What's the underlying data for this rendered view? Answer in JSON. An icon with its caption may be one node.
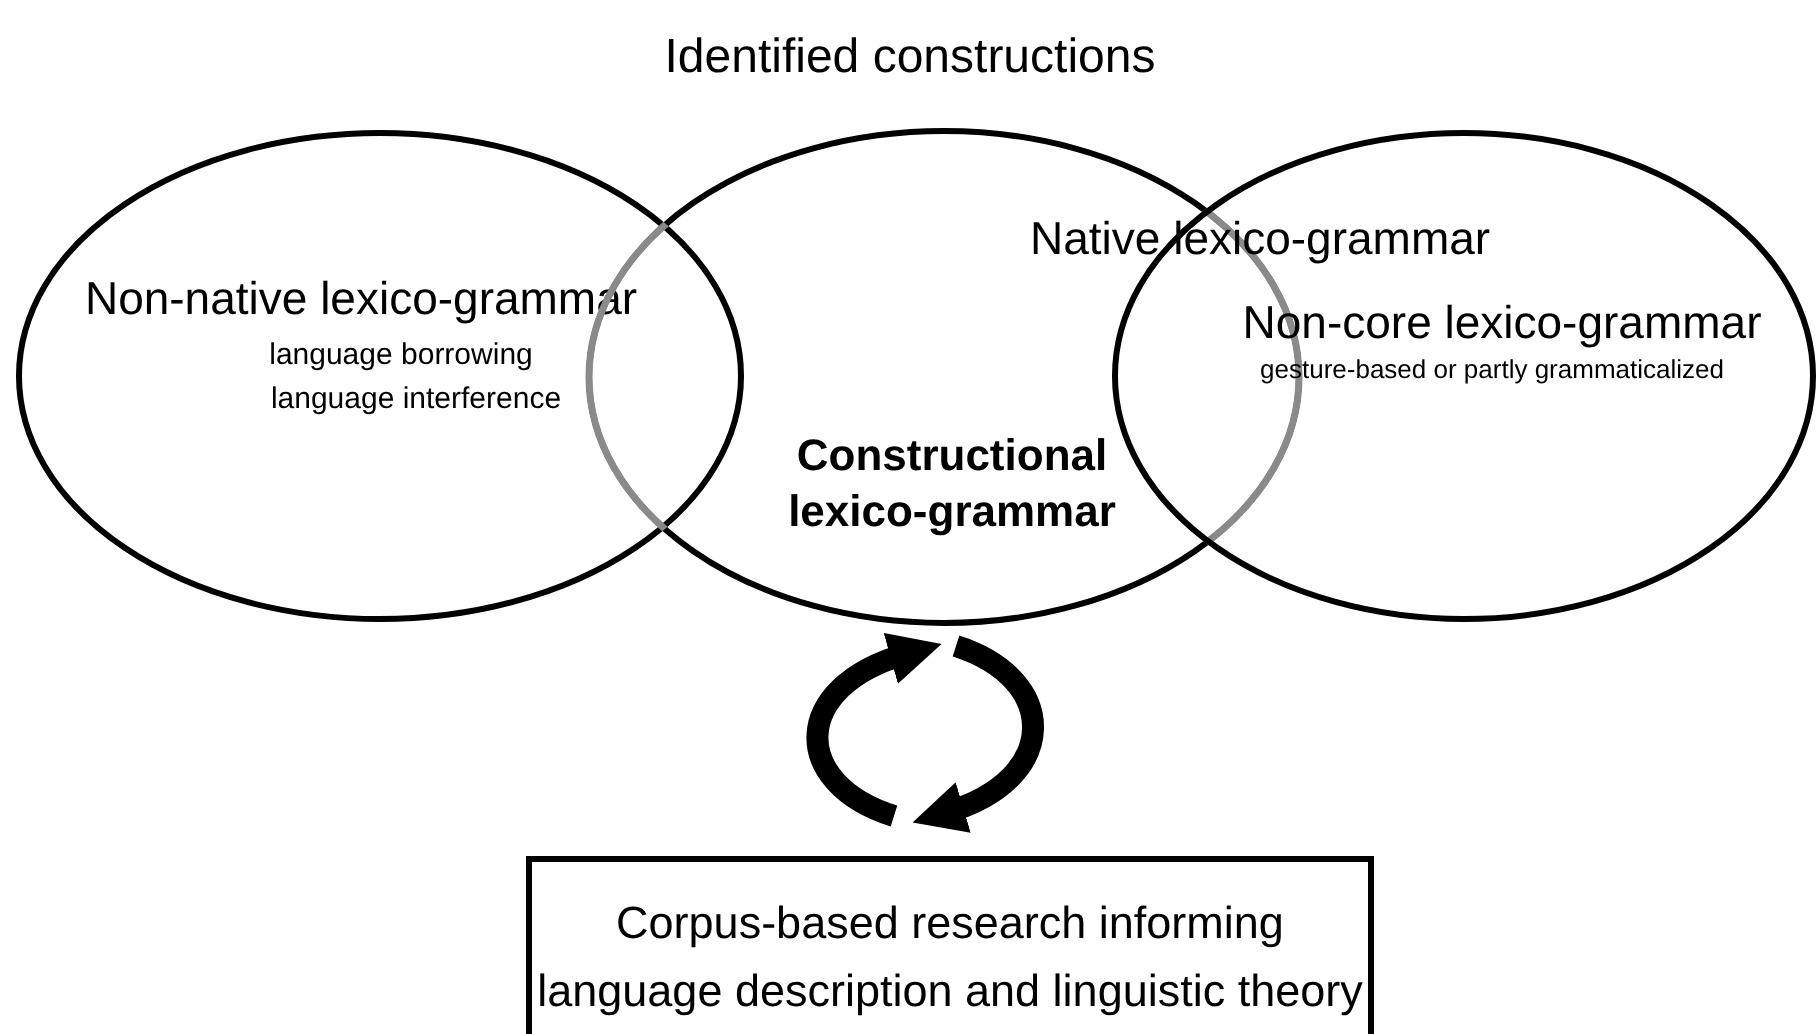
{
  "diagram": {
    "title": "Identified constructions",
    "nodes": [
      {
        "text": [
          "Non-native lexico-grammar",
          "language borrowing",
          "language interference"
        ]
      },
      {
        "text": [
          "Constructional lexico-grammar"
        ]
      },
      {
        "text": [
          "Non-core lexico-grammar",
          "gesture-based or partly grammaticalized"
        ]
      },
      {
        "text": [
          "Corpus-based research informing language description and linguistic theory"
        ]
      }
    ],
    "edges": [
      {
        "from": 3,
        "to": 1,
        "arrow": "to"
      },
      {
        "from": 1,
        "to": 3,
        "arrow": "to"
      }
    ],
    "labels": [
      "Native lexico-grammar"
    ]
  }
}
